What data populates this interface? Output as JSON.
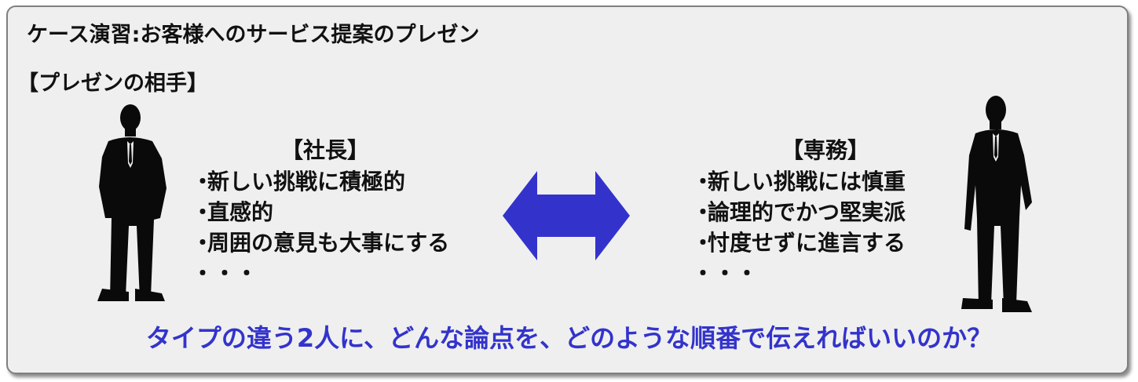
{
  "title": "ケース演習:お客様へのサービス提案のプレゼン",
  "subtitle": "【プレゼンの相手】",
  "left": {
    "heading": "【社長】",
    "items": [
      "新しい挑戦に積極的",
      "直感的",
      "周囲の意見も大事にする",
      "・・・"
    ]
  },
  "right": {
    "heading": "【専務】",
    "items": [
      "新しい挑戦には慎重",
      "論理的でかつ堅実派",
      "忖度せずに進言する",
      "・・・"
    ]
  },
  "bullet": "・",
  "question": "タイプの違う2人に、どんな論点を、どのような順番で伝えればいいのか？",
  "colors": {
    "panel_bg": "#efefef",
    "panel_border": "#7f7f7f",
    "arrow": "#3333cc",
    "question": "#3333cc",
    "silhouette": "#0a0a0a"
  },
  "icons": [
    "businessman-arms-crossed-icon",
    "double-arrow-icon",
    "businessman-standing-icon"
  ]
}
